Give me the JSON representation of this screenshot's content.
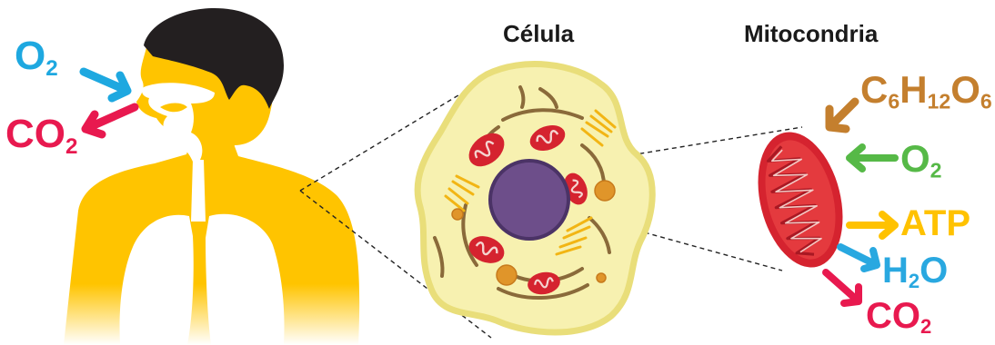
{
  "colors": {
    "o2_blue": "#1ea8e0",
    "co2_red": "#e8194f",
    "body_yellow": "#ffc400",
    "hair": "#231f20",
    "cell_fill": "#f7f1b0",
    "cell_border": "#e9de7a",
    "nucleus": "#6d4e8a",
    "mito_red": "#d5232f",
    "glucose_brown": "#c47f2e",
    "o2_green": "#56b947",
    "atp_yellow": "#ffc200",
    "h2o_blue": "#29a8e0"
  },
  "labels": {
    "cell_title": "Célula",
    "mito_title": "Mitocondria"
  },
  "molecules": {
    "left_o2": {
      "main": "O",
      "sub": "2"
    },
    "left_co2": {
      "main": "CO",
      "sub": "2"
    },
    "glucose": {
      "c": "C",
      "c_sub": "6",
      "h": "H",
      "h_sub": "12",
      "o": "O",
      "o_sub": "6"
    },
    "right_o2": {
      "main": "O",
      "sub": "2"
    },
    "atp": {
      "main": "ATP"
    },
    "h2o": {
      "h": "H",
      "h_sub": "2",
      "o": "O"
    },
    "right_co2": {
      "main": "CO",
      "sub": "2"
    }
  }
}
